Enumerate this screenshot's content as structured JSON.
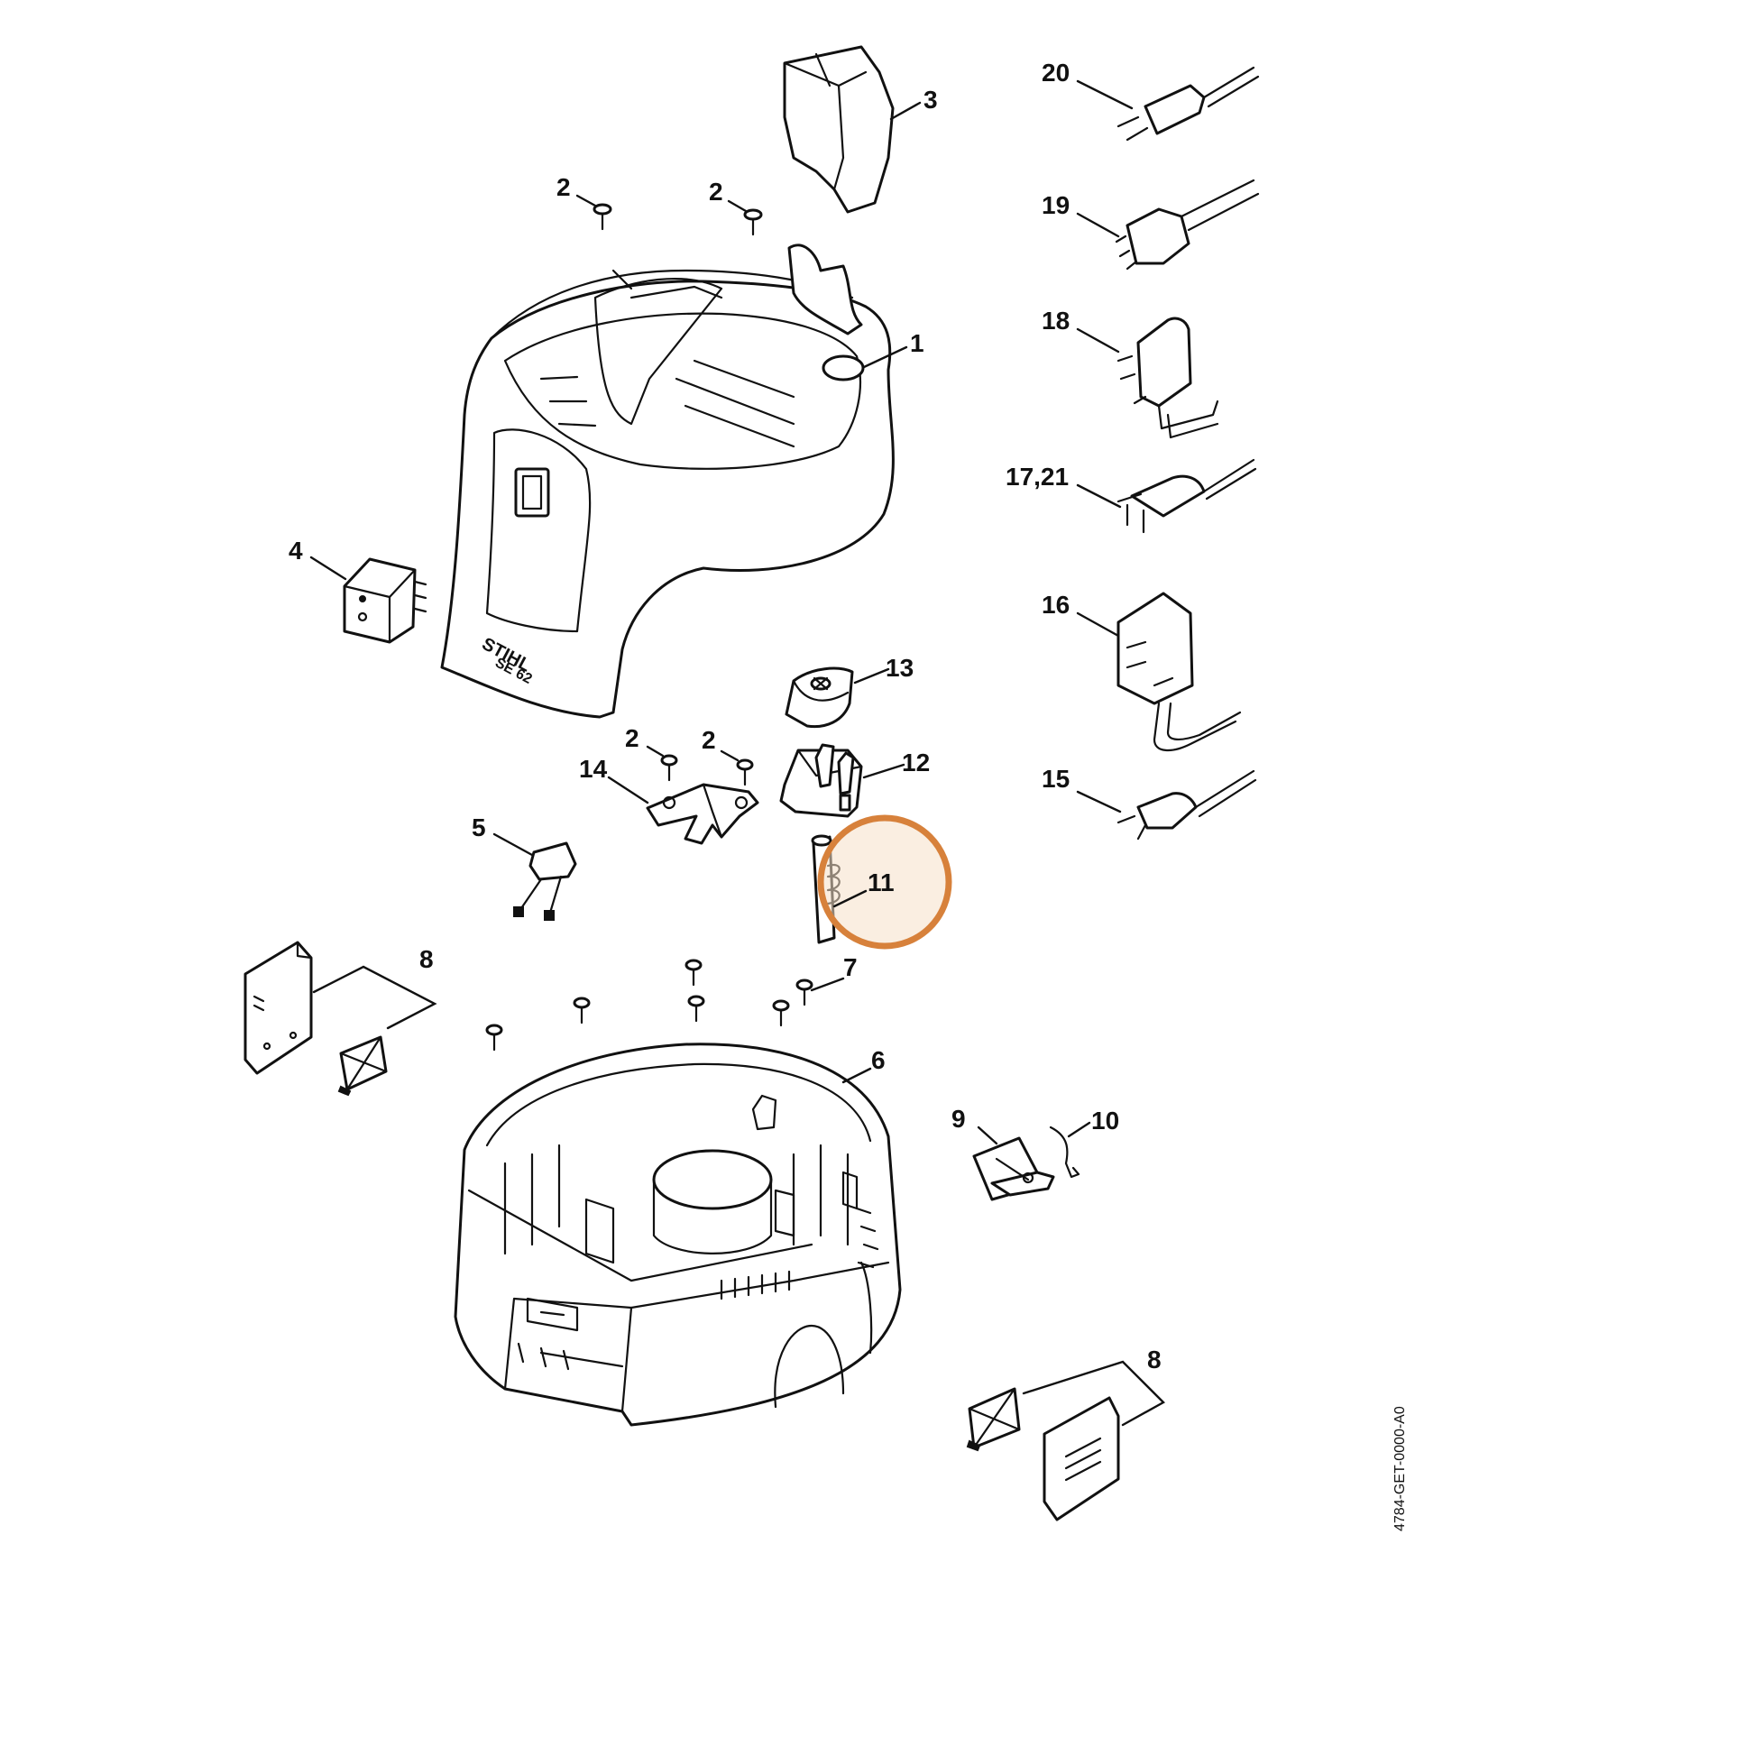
{
  "diagram": {
    "callouts": {
      "c1": "1",
      "c2a": "2",
      "c2b": "2",
      "c2c": "2",
      "c2d": "2",
      "c3": "3",
      "c4": "4",
      "c5": "5",
      "c6": "6",
      "c7": "7",
      "c8a": "8",
      "c8b": "8",
      "c9": "9",
      "c10": "10",
      "c11": "11",
      "c12": "12",
      "c13": "13",
      "c14": "14",
      "c15": "15",
      "c16": "16",
      "c17_21": "17,21",
      "c18": "18",
      "c19": "19",
      "c20": "20"
    },
    "logo_brand": "STIHL",
    "logo_model": "SE 62",
    "document_code": "4784-GET-0000-A0",
    "highlighted_part": "11",
    "highlight_color": "#d7813b"
  }
}
